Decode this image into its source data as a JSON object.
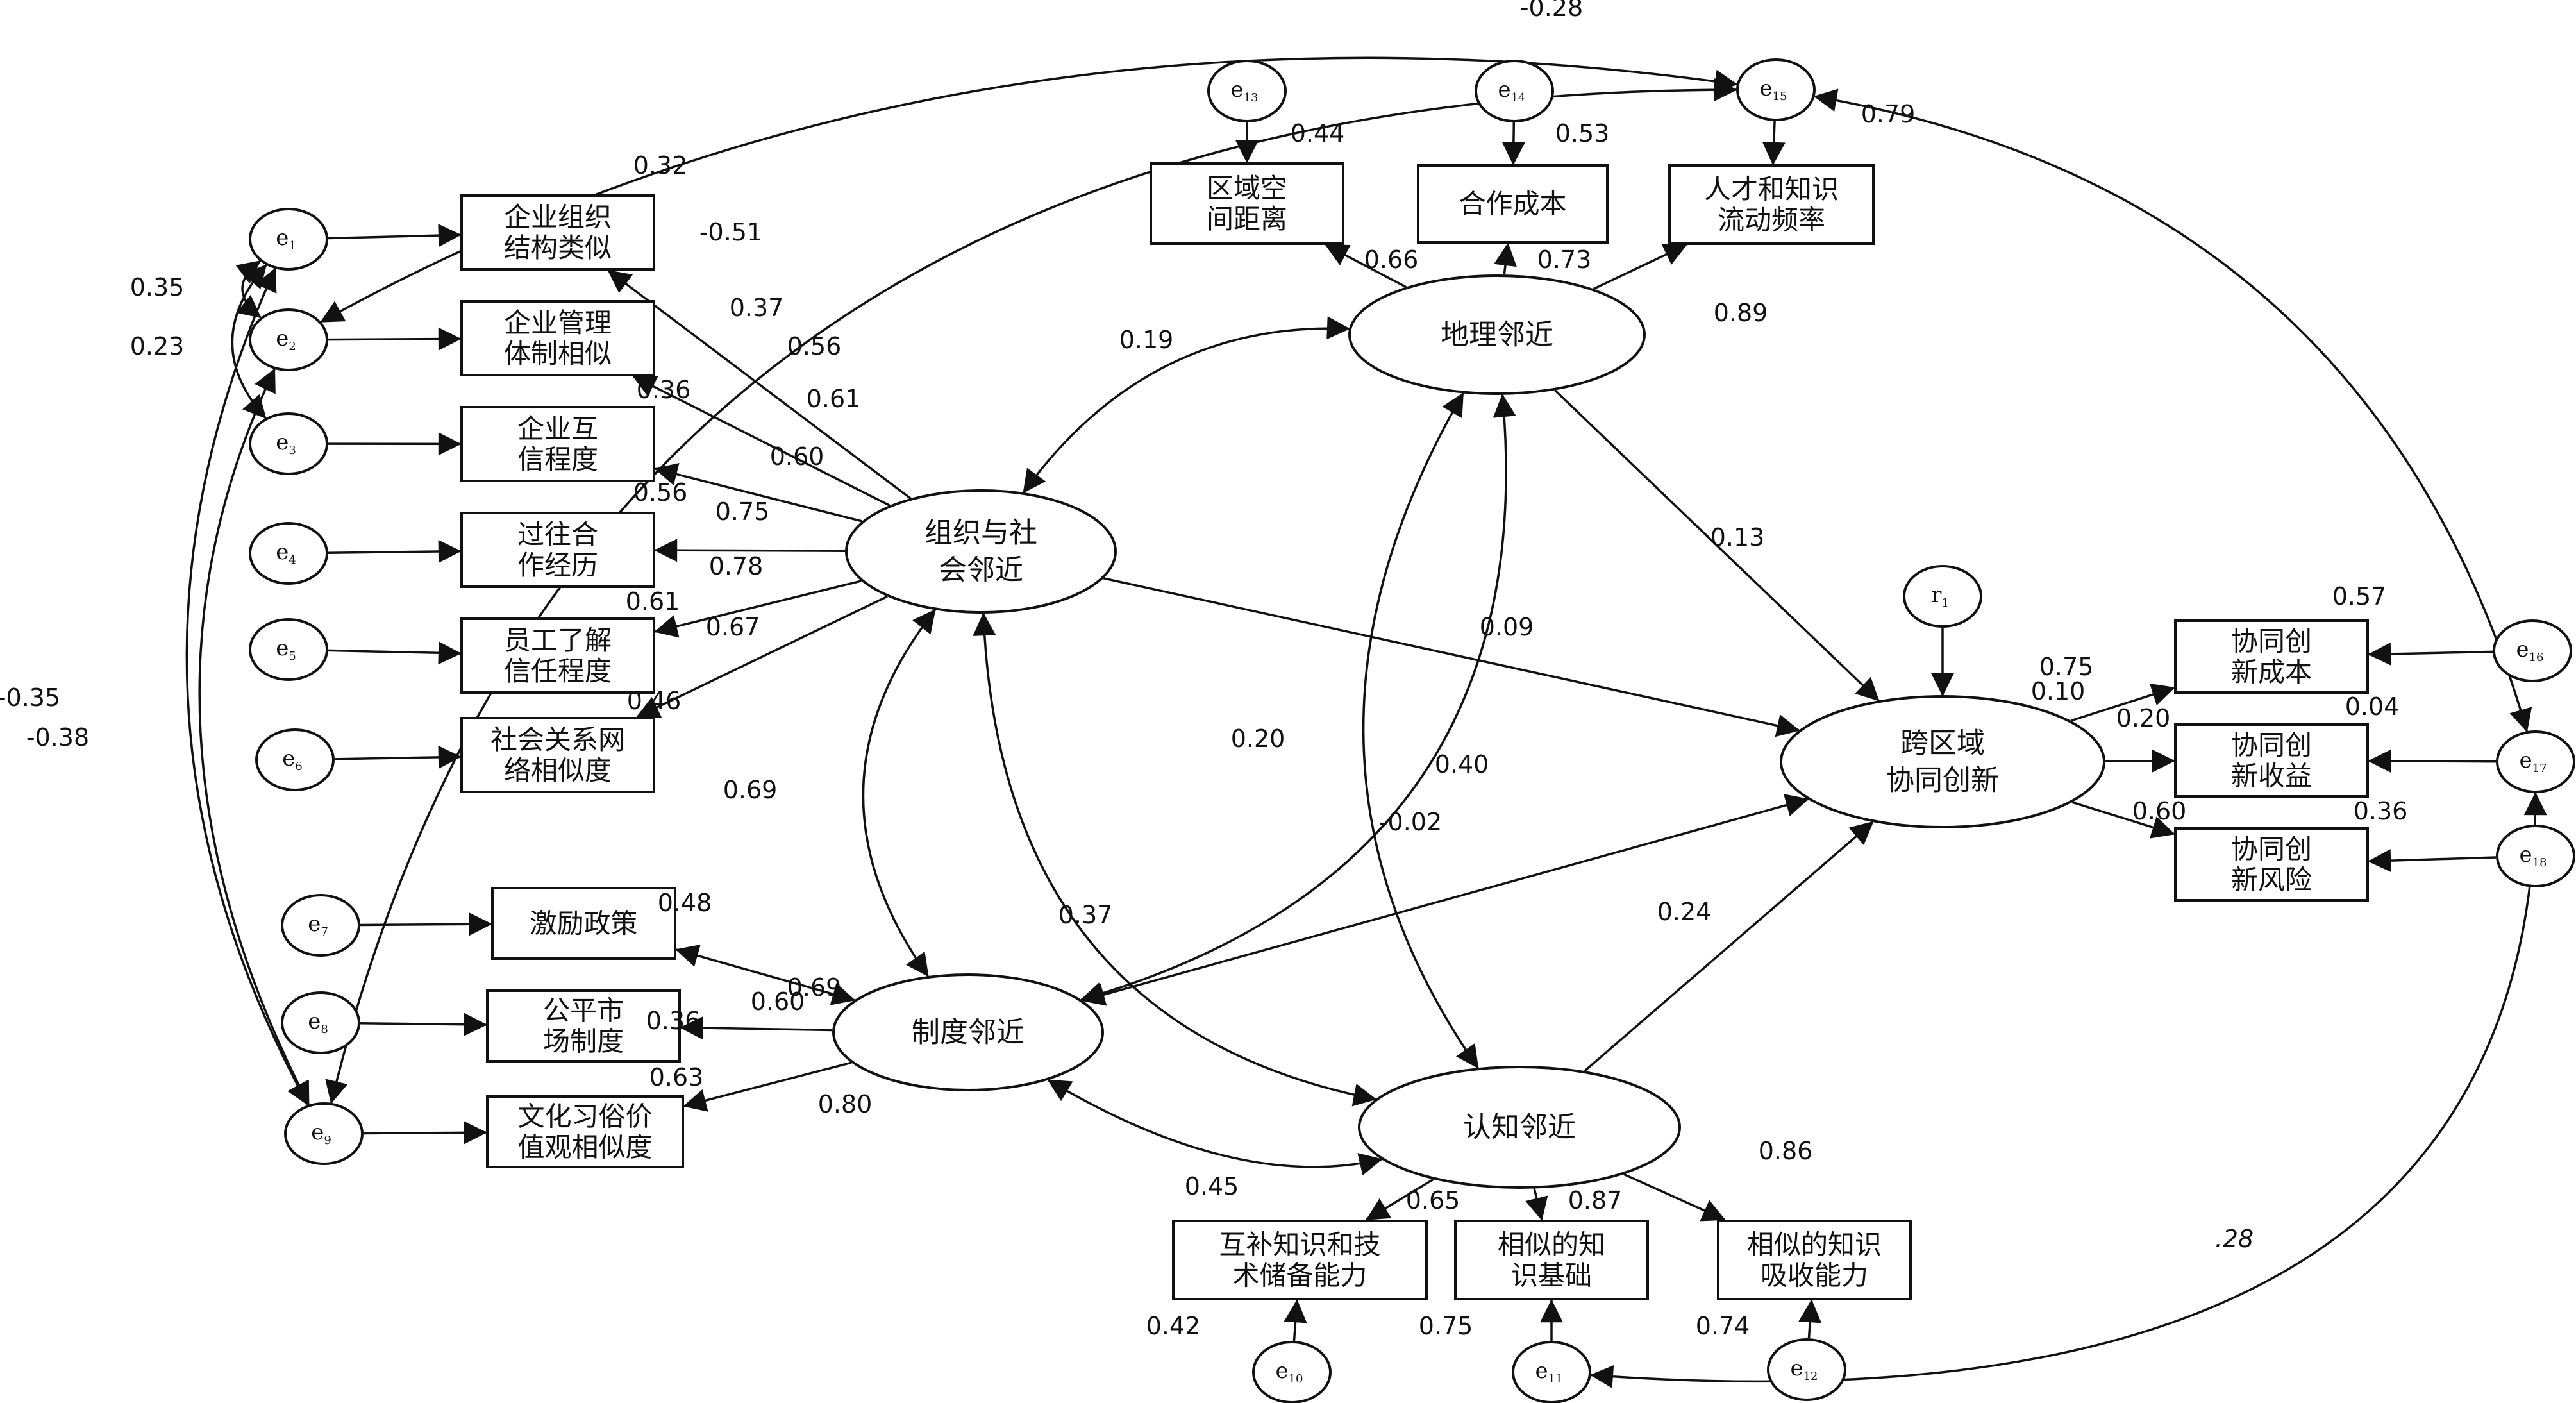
{
  "latents": [
    {
      "id": "org",
      "label": [
        "组织与社",
        "会邻近"
      ]
    },
    {
      "id": "geo",
      "label": [
        "地理邻近"
      ]
    },
    {
      "id": "inst",
      "label": [
        "制度邻近"
      ]
    },
    {
      "id": "cog",
      "label": [
        "认知邻近"
      ]
    },
    {
      "id": "innov",
      "label": [
        "跨区域",
        "协同创新"
      ]
    }
  ],
  "indicators": [
    {
      "id": "o1",
      "label": [
        "企业组织",
        "结构类似"
      ]
    },
    {
      "id": "o2",
      "label": [
        "企业管理",
        "体制相似"
      ]
    },
    {
      "id": "o3",
      "label": [
        "企业互",
        "信程度"
      ]
    },
    {
      "id": "o4",
      "label": [
        "过往合",
        "作经历"
      ]
    },
    {
      "id": "o5",
      "label": [
        "员工了解",
        "信任程度"
      ]
    },
    {
      "id": "o6",
      "label": [
        "社会关系网",
        "络相似度"
      ]
    },
    {
      "id": "i1",
      "label": [
        "激励政策"
      ]
    },
    {
      "id": "i2",
      "label": [
        "公平市",
        "场制度"
      ]
    },
    {
      "id": "i3",
      "label": [
        "文化习俗价",
        "值观相似度"
      ]
    },
    {
      "id": "g1",
      "label": [
        "区域空",
        "间距离"
      ]
    },
    {
      "id": "g2",
      "label": [
        "合作成本"
      ]
    },
    {
      "id": "g3",
      "label": [
        "人才和知识",
        "流动频率"
      ]
    },
    {
      "id": "c1",
      "label": [
        "互补知识和技",
        "术储备能力"
      ]
    },
    {
      "id": "c2",
      "label": [
        "相似的知",
        "识基础"
      ]
    },
    {
      "id": "c3",
      "label": [
        "相似的知识",
        "吸收能力"
      ]
    },
    {
      "id": "n1",
      "label": [
        "协同创",
        "新成本"
      ]
    },
    {
      "id": "n2",
      "label": [
        "协同创",
        "新收益"
      ]
    },
    {
      "id": "n3",
      "label": [
        "协同创",
        "新风险"
      ]
    }
  ],
  "errors": [
    {
      "id": "e1",
      "base": "e",
      "sub": "1"
    },
    {
      "id": "e2",
      "base": "e",
      "sub": "2"
    },
    {
      "id": "e3",
      "base": "e",
      "sub": "3"
    },
    {
      "id": "e4",
      "base": "e",
      "sub": "4"
    },
    {
      "id": "e5",
      "base": "e",
      "sub": "5"
    },
    {
      "id": "e6",
      "base": "e",
      "sub": "6"
    },
    {
      "id": "e7",
      "base": "e",
      "sub": "7"
    },
    {
      "id": "e8",
      "base": "e",
      "sub": "8"
    },
    {
      "id": "e9",
      "base": "e",
      "sub": "9"
    },
    {
      "id": "e10",
      "base": "e",
      "sub": "10"
    },
    {
      "id": "e11",
      "base": "e",
      "sub": "11"
    },
    {
      "id": "e12",
      "base": "e",
      "sub": "12"
    },
    {
      "id": "e13",
      "base": "e",
      "sub": "13"
    },
    {
      "id": "e14",
      "base": "e",
      "sub": "14"
    },
    {
      "id": "e15",
      "base": "e",
      "sub": "15"
    },
    {
      "id": "e16",
      "base": "e",
      "sub": "16"
    },
    {
      "id": "e17",
      "base": "e",
      "sub": "17"
    },
    {
      "id": "e18",
      "base": "e",
      "sub": "18"
    },
    {
      "id": "r1",
      "base": "r",
      "sub": "1"
    }
  ],
  "coefficients": [
    "-0.28",
    "0.79",
    "0.32",
    "-0.51",
    "0.35",
    "0.23",
    "0.37",
    "0.56",
    "0.36",
    "0.61",
    "0.60",
    "0.56",
    "0.75",
    "0.78",
    "0.61",
    "0.67",
    "0.46",
    "-0.35",
    "-0.38",
    "0.44",
    "0.53",
    "0.66",
    "0.73",
    "0.89",
    "0.19",
    "0.13",
    "0.09",
    "0.20",
    "0.40",
    "0.57",
    "0.10",
    "0.75",
    "0.20",
    "0.04",
    "0.60",
    "0.36",
    "0.69",
    "0.48",
    "0.69",
    "0.36",
    "0.60",
    "0.63",
    "0.80",
    "0.37",
    "-0.02",
    "0.24",
    "0.45",
    "0.65",
    "0.87",
    "0.86",
    "0.42",
    "0.75",
    "0.74",
    ".28"
  ]
}
